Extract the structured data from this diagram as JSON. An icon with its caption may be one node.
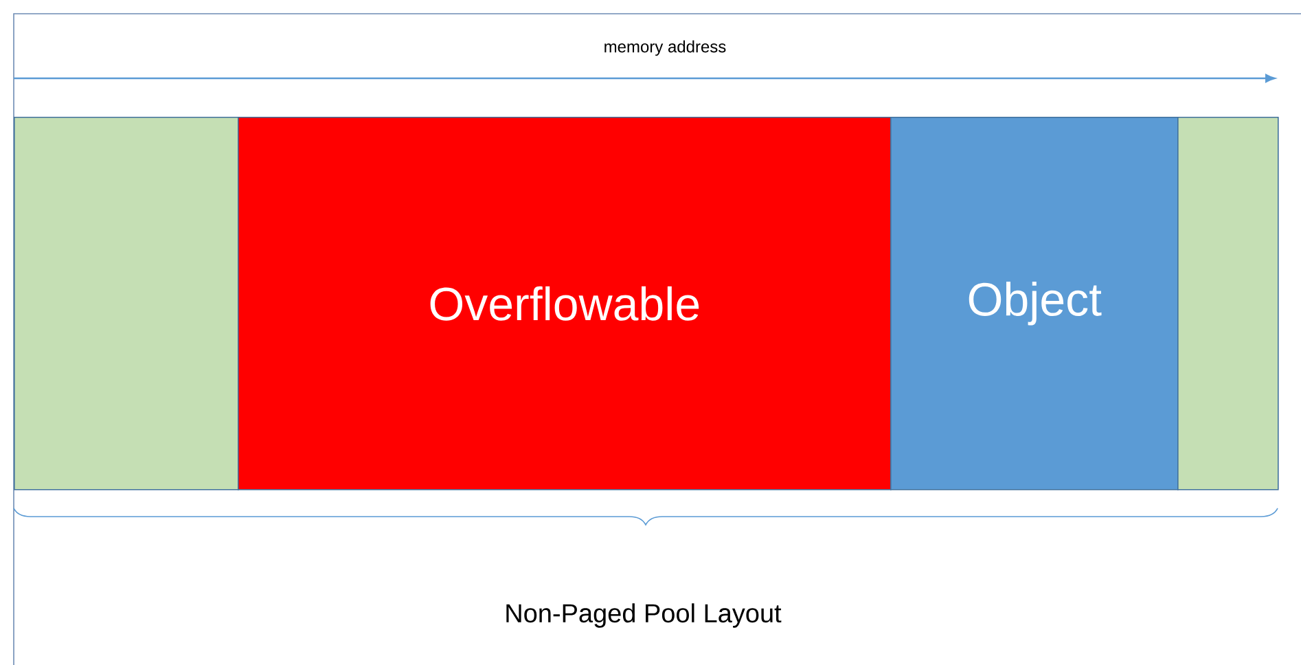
{
  "diagram": {
    "nodes": [
      {
        "text": [],
        "shape": "box"
      },
      {
        "text": [
          "Overflowable"
        ]
      },
      {
        "text": [
          "Object"
        ]
      },
      {
        "text": [],
        "shape": "box"
      }
    ],
    "labels": [
      "memory address",
      "Non-Paged Pool Layout"
    ]
  }
}
